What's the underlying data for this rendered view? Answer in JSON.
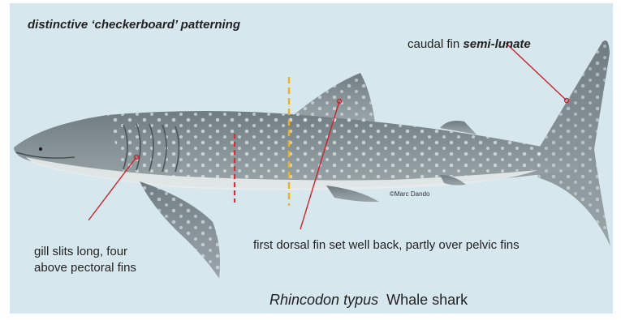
{
  "labels": {
    "pattern_note": "distinctive ‘checkerboard’ patterning",
    "caudal_fin_prefix": "caudal fin ",
    "caudal_fin_emphasis": "semi-lunate",
    "gill_slits_line1": "gill slits long, four",
    "gill_slits_line2": "above pectoral fins",
    "dorsal_fin": "first dorsal fin set well back, partly over pelvic fins",
    "credit": "©Marc Dando",
    "scientific_name": "Rhincodon typus",
    "common_name": "Whale shark"
  },
  "colors": {
    "background": "#d7e7ee",
    "shark_body": "#7f8b90",
    "shark_belly": "#e8ecec",
    "spots": "#e3e8ea",
    "callout_lines": "#c8252e",
    "pectoral_marker": "#d42f3a",
    "dorsal_marker": "#f0b11a"
  }
}
